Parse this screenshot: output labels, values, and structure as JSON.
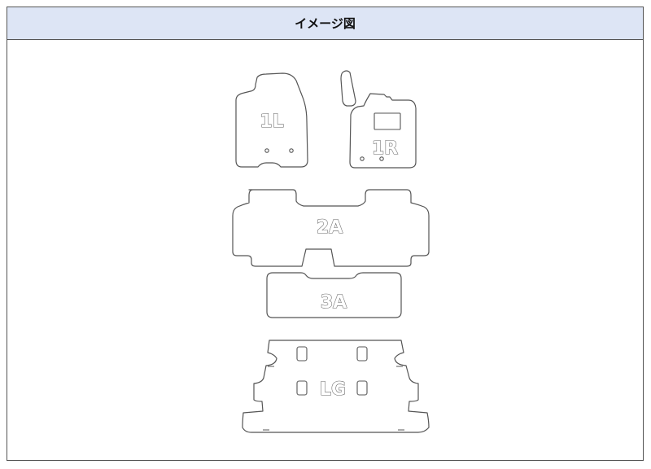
{
  "header": {
    "title": "イメージ図"
  },
  "mats": {
    "front_left": {
      "label": "1L"
    },
    "front_right": {
      "label": "1R"
    },
    "second_row": {
      "label": "2A"
    },
    "third_row": {
      "label": "3A"
    },
    "luggage": {
      "label": "LG"
    }
  },
  "colors": {
    "header_bg": "#dde5f5",
    "outline": "#555555",
    "border": "#555555"
  }
}
